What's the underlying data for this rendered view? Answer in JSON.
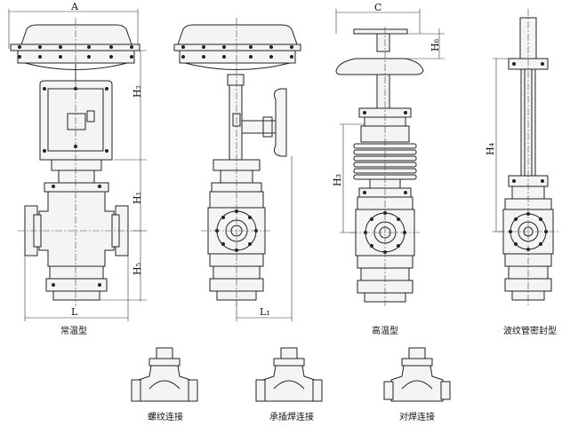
{
  "labels": {
    "A": "A",
    "C": "C",
    "H2": "H₂",
    "H1": "H₁",
    "H5": "H₅",
    "H3": "H₃",
    "H4": "H₄",
    "H6": "H₆",
    "L": "L",
    "L1": "L₁"
  },
  "captions": {
    "normal_temp": "常温型",
    "high_temp": "高温型",
    "bellows_seal": "波纹管密封型",
    "threaded": "螺纹连接",
    "socket_weld": "承插焊连接",
    "butt_weld": "对焊连接"
  }
}
